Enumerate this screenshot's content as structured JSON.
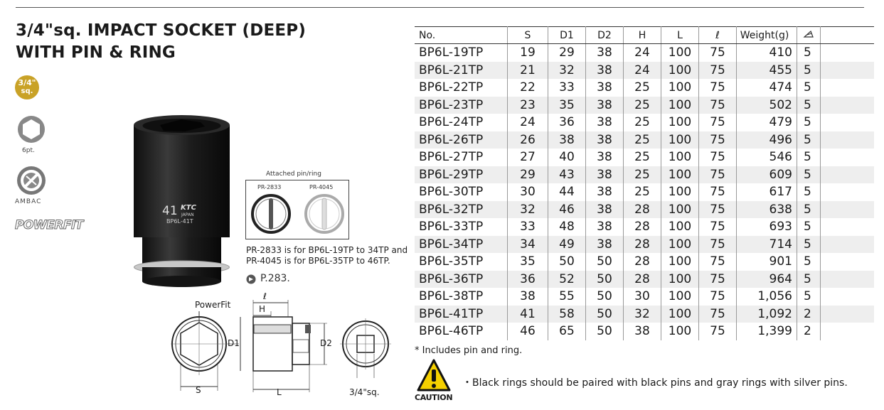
{
  "title_line1": "3/4\"sq. IMPACT SOCKET (DEEP)",
  "title_line2": "WITH PIN & RING",
  "badge_sq_top": "3/4\"",
  "badge_sq_bottom": "sq.",
  "icon_6pt_label": "6pt.",
  "icon_ambac_label": "AMBAC",
  "powerfit_logo_text": "POWERFIT",
  "socket_size_text": "41",
  "socket_brand": "KTC",
  "socket_origin": "JAPAN",
  "socket_model": "BP6L-41T",
  "attached_title": "Attached pin/ring",
  "pin1_label": "PR-2833",
  "pin2_label": "PR-4045",
  "pin_note_line1": "PR-2833 is for BP6L-19TP to 34TP and",
  "pin_note_line2": "PR-4045 is for BP6L-35TP to 46TP.",
  "page_ref": "P.283.",
  "diagram": {
    "powerfit": "PowerFit",
    "l_small": "ℓ",
    "h": "H",
    "d1": "D1",
    "d2": "D2",
    "s": "S",
    "L": "L",
    "sq": "3/4\"sq."
  },
  "table": {
    "headers": [
      "No.",
      "S",
      "D1",
      "D2",
      "H",
      "L",
      "ℓ",
      "Weight(g)"
    ],
    "rows": [
      [
        "BP6L-19TP",
        "19",
        "29",
        "38",
        "24",
        "100",
        "75",
        "410",
        "5"
      ],
      [
        "BP6L-21TP",
        "21",
        "32",
        "38",
        "24",
        "100",
        "75",
        "455",
        "5"
      ],
      [
        "BP6L-22TP",
        "22",
        "33",
        "38",
        "25",
        "100",
        "75",
        "474",
        "5"
      ],
      [
        "BP6L-23TP",
        "23",
        "35",
        "38",
        "25",
        "100",
        "75",
        "502",
        "5"
      ],
      [
        "BP6L-24TP",
        "24",
        "36",
        "38",
        "25",
        "100",
        "75",
        "479",
        "5"
      ],
      [
        "BP6L-26TP",
        "26",
        "38",
        "38",
        "25",
        "100",
        "75",
        "496",
        "5"
      ],
      [
        "BP6L-27TP",
        "27",
        "40",
        "38",
        "25",
        "100",
        "75",
        "546",
        "5"
      ],
      [
        "BP6L-29TP",
        "29",
        "43",
        "38",
        "25",
        "100",
        "75",
        "609",
        "5"
      ],
      [
        "BP6L-30TP",
        "30",
        "44",
        "38",
        "25",
        "100",
        "75",
        "617",
        "5"
      ],
      [
        "BP6L-32TP",
        "32",
        "46",
        "38",
        "28",
        "100",
        "75",
        "638",
        "5"
      ],
      [
        "BP6L-33TP",
        "33",
        "48",
        "38",
        "28",
        "100",
        "75",
        "693",
        "5"
      ],
      [
        "BP6L-34TP",
        "34",
        "49",
        "38",
        "28",
        "100",
        "75",
        "714",
        "5"
      ],
      [
        "BP6L-35TP",
        "35",
        "50",
        "50",
        "28",
        "100",
        "75",
        "901",
        "5"
      ],
      [
        "BP6L-36TP",
        "36",
        "52",
        "50",
        "28",
        "100",
        "75",
        "964",
        "5"
      ],
      [
        "BP6L-38TP",
        "38",
        "55",
        "50",
        "30",
        "100",
        "75",
        "1,056",
        "5"
      ],
      [
        "BP6L-41TP",
        "41",
        "58",
        "50",
        "32",
        "100",
        "75",
        "1,092",
        "2"
      ],
      [
        "BP6L-46TP",
        "46",
        "65",
        "50",
        "38",
        "100",
        "75",
        "1,399",
        "2"
      ]
    ]
  },
  "footnote": "* Includes pin and ring.",
  "caution_label": "CAUTION",
  "caution_text": "・Black rings should be paired with black pins and gray rings with silver pins."
}
